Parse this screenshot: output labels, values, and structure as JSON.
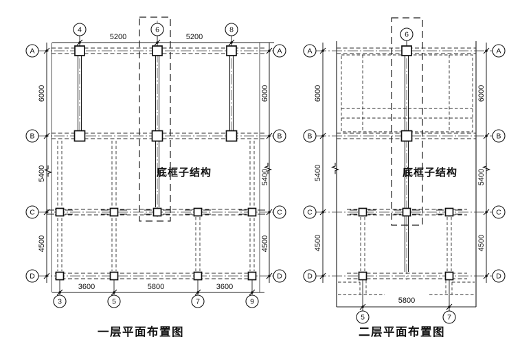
{
  "sheet": {
    "background": "#ffffff",
    "ink": "#1c1c1c"
  },
  "left_plan": {
    "caption": "一层平面布置图",
    "zone_label": "底框子结构",
    "grid_rows": [
      "A",
      "B",
      "C",
      "D"
    ],
    "grid_cols_top": [
      "4",
      "6",
      "8"
    ],
    "grid_cols_bottom": [
      "3",
      "5",
      "7",
      "9"
    ],
    "dims_top": [
      "5200",
      "5200"
    ],
    "dims_left": [
      "6000",
      "5400",
      "4500"
    ],
    "dims_right": [
      "6000",
      "5400",
      "4500"
    ],
    "dims_bottom": [
      "3600",
      "5800",
      "3600"
    ]
  },
  "right_plan": {
    "caption": "二层平面布置图",
    "zone_label": "底框子结构",
    "grid_rows": [
      "A",
      "B",
      "C",
      "D"
    ],
    "grid_cols_top": [
      "6"
    ],
    "grid_cols_bottom": [
      "5",
      "7"
    ],
    "dims_left": [
      "6000",
      "5400",
      "4500"
    ],
    "dims_right": [
      "6000",
      "5400",
      "4500"
    ],
    "dims_bottom": [
      "5800"
    ]
  }
}
